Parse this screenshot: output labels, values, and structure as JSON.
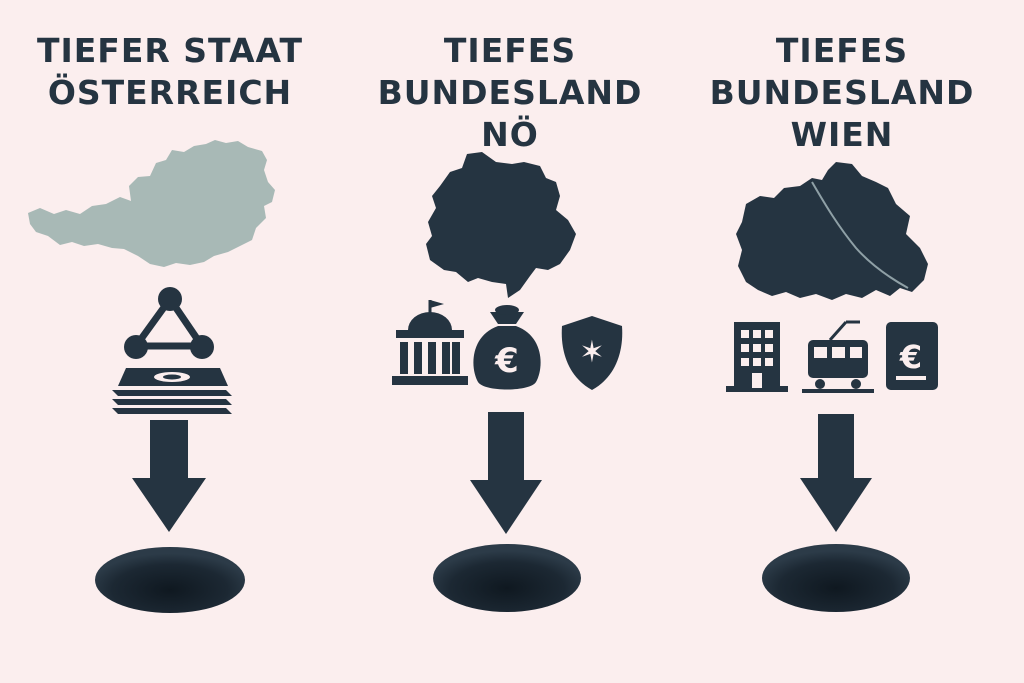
{
  "colors": {
    "background": "#fbeeee",
    "ink": "#253441",
    "austria_map": "#a8b9b6"
  },
  "columns": [
    {
      "id": "oesterreich",
      "title_lines": [
        "TIEFER STAAT",
        "ÖSTERREICH"
      ],
      "map": "austria-map",
      "icons": [
        "network-icon",
        "money-stack-icon"
      ]
    },
    {
      "id": "noe",
      "title_lines": [
        "TIEFES",
        "BUNDESLAND",
        "NÖ"
      ],
      "map": "lower-austria-map",
      "icons": [
        "government-building-icon",
        "euro-money-bag-icon",
        "police-shield-icon"
      ]
    },
    {
      "id": "wien",
      "title_lines": [
        "TIEFES",
        "BUNDESLAND",
        "WIEN"
      ],
      "map": "vienna-map",
      "icons": [
        "office-building-icon",
        "tram-icon",
        "euro-document-icon"
      ]
    }
  ],
  "symbols": {
    "euro": "€",
    "star": "✶"
  }
}
